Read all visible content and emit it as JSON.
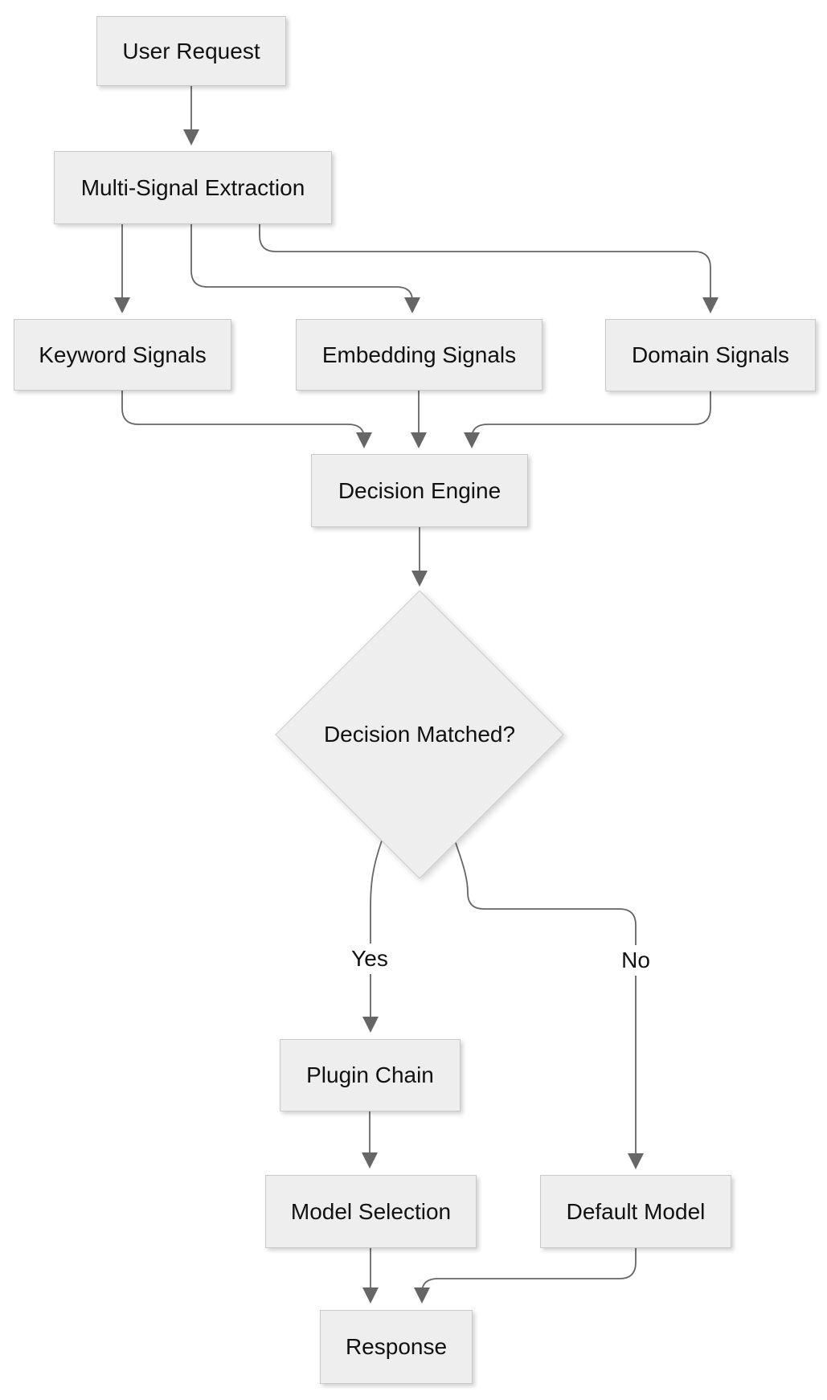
{
  "diagram": {
    "type": "flowchart",
    "direction": "top-down",
    "colors": {
      "background": "#ffffff",
      "node_fill": "#eeeeee",
      "node_border": "#c9c9c9",
      "edge": "#666666",
      "arrowhead": "#666666",
      "text": "#111111"
    },
    "nodes": {
      "user_request": {
        "label": "User Request",
        "shape": "rect"
      },
      "multi_signal_extraction": {
        "label": "Multi-Signal Extraction",
        "shape": "rect"
      },
      "keyword_signals": {
        "label": "Keyword Signals",
        "shape": "rect"
      },
      "embedding_signals": {
        "label": "Embedding Signals",
        "shape": "rect"
      },
      "domain_signals": {
        "label": "Domain Signals",
        "shape": "rect"
      },
      "decision_engine": {
        "label": "Decision Engine",
        "shape": "rect"
      },
      "decision_matched": {
        "label": "Decision Matched?",
        "shape": "diamond"
      },
      "plugin_chain": {
        "label": "Plugin Chain",
        "shape": "rect"
      },
      "model_selection": {
        "label": "Model Selection",
        "shape": "rect"
      },
      "default_model": {
        "label": "Default Model",
        "shape": "rect"
      },
      "response": {
        "label": "Response",
        "shape": "rect"
      }
    },
    "edges": [
      {
        "from": "user_request",
        "to": "multi_signal_extraction"
      },
      {
        "from": "multi_signal_extraction",
        "to": "keyword_signals"
      },
      {
        "from": "multi_signal_extraction",
        "to": "embedding_signals"
      },
      {
        "from": "multi_signal_extraction",
        "to": "domain_signals"
      },
      {
        "from": "keyword_signals",
        "to": "decision_engine"
      },
      {
        "from": "embedding_signals",
        "to": "decision_engine"
      },
      {
        "from": "domain_signals",
        "to": "decision_engine"
      },
      {
        "from": "decision_engine",
        "to": "decision_matched"
      },
      {
        "from": "decision_matched",
        "to": "plugin_chain",
        "label": "Yes"
      },
      {
        "from": "decision_matched",
        "to": "default_model",
        "label": "No"
      },
      {
        "from": "plugin_chain",
        "to": "model_selection"
      },
      {
        "from": "model_selection",
        "to": "response"
      },
      {
        "from": "default_model",
        "to": "response"
      }
    ]
  }
}
